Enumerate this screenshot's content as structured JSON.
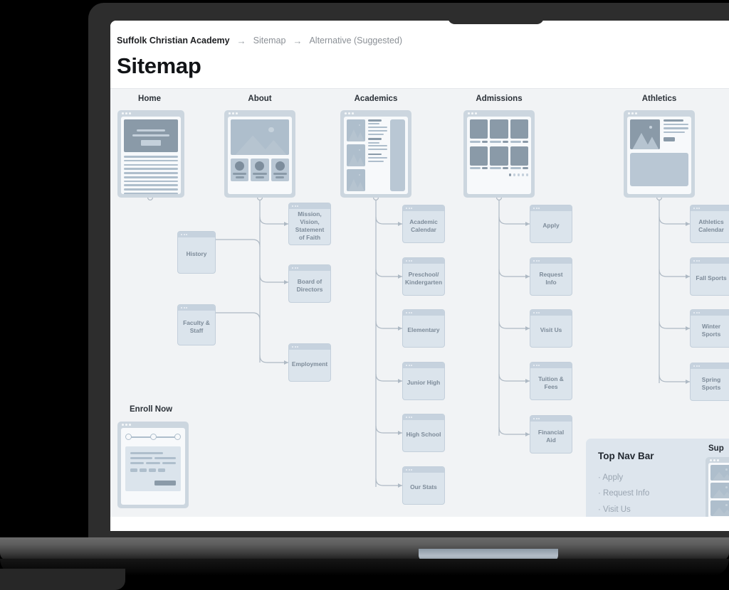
{
  "breadcrumb": {
    "items": [
      {
        "label": "Suffolk Christian Academy",
        "current": true
      },
      {
        "label": "Sitemap",
        "current": false
      },
      {
        "label": "Alternative (Suggested)",
        "current": false
      }
    ],
    "separator": "→"
  },
  "page": {
    "title": "Sitemap"
  },
  "colors": {
    "canvas_bg": "#f1f3f5",
    "node_fill": "#dbe4ec",
    "node_border": "#c3cfdb",
    "node_titlebar": "#c6d2de",
    "node_text": "#7d8b99",
    "thumb_frame": "#ccd6df",
    "edge_line": "#aeb9c4",
    "heading_text": "#2b3138",
    "panel_bg": "#dde5ed",
    "bezel": "#2d2d2d"
  },
  "columns": [
    {
      "id": "home",
      "label": "Home",
      "children": []
    },
    {
      "id": "about",
      "label": "About",
      "children": [
        {
          "label": "Mission, Vision, Statement of Faith"
        },
        {
          "label": "History"
        },
        {
          "label": "Board of Directors"
        },
        {
          "label": "Faculty & Staff"
        },
        {
          "label": "Employment"
        }
      ]
    },
    {
      "id": "academics",
      "label": "Academics",
      "children": [
        {
          "label": "Academic Calendar"
        },
        {
          "label": "Preschool/ Kindergarten"
        },
        {
          "label": "Elementary"
        },
        {
          "label": "Junior High"
        },
        {
          "label": "High School"
        },
        {
          "label": "Our Stats"
        }
      ]
    },
    {
      "id": "admissions",
      "label": "Admissions",
      "children": [
        {
          "label": "Apply"
        },
        {
          "label": "Request Info"
        },
        {
          "label": "Visit Us"
        },
        {
          "label": "Tuition & Fees"
        },
        {
          "label": "Financial Aid"
        }
      ]
    },
    {
      "id": "athletics",
      "label": "Athletics",
      "children": [
        {
          "label": "Athletics Calendar"
        },
        {
          "label": "Fall Sports"
        },
        {
          "label": "Winter Sports"
        },
        {
          "label": "Spring Sports"
        }
      ]
    }
  ],
  "enroll": {
    "label": "Enroll Now"
  },
  "nav_panel": {
    "title": "Top Nav Bar",
    "items": [
      "Apply",
      "Request Info",
      "Visit Us"
    ]
  },
  "support": {
    "label": "Sup"
  }
}
